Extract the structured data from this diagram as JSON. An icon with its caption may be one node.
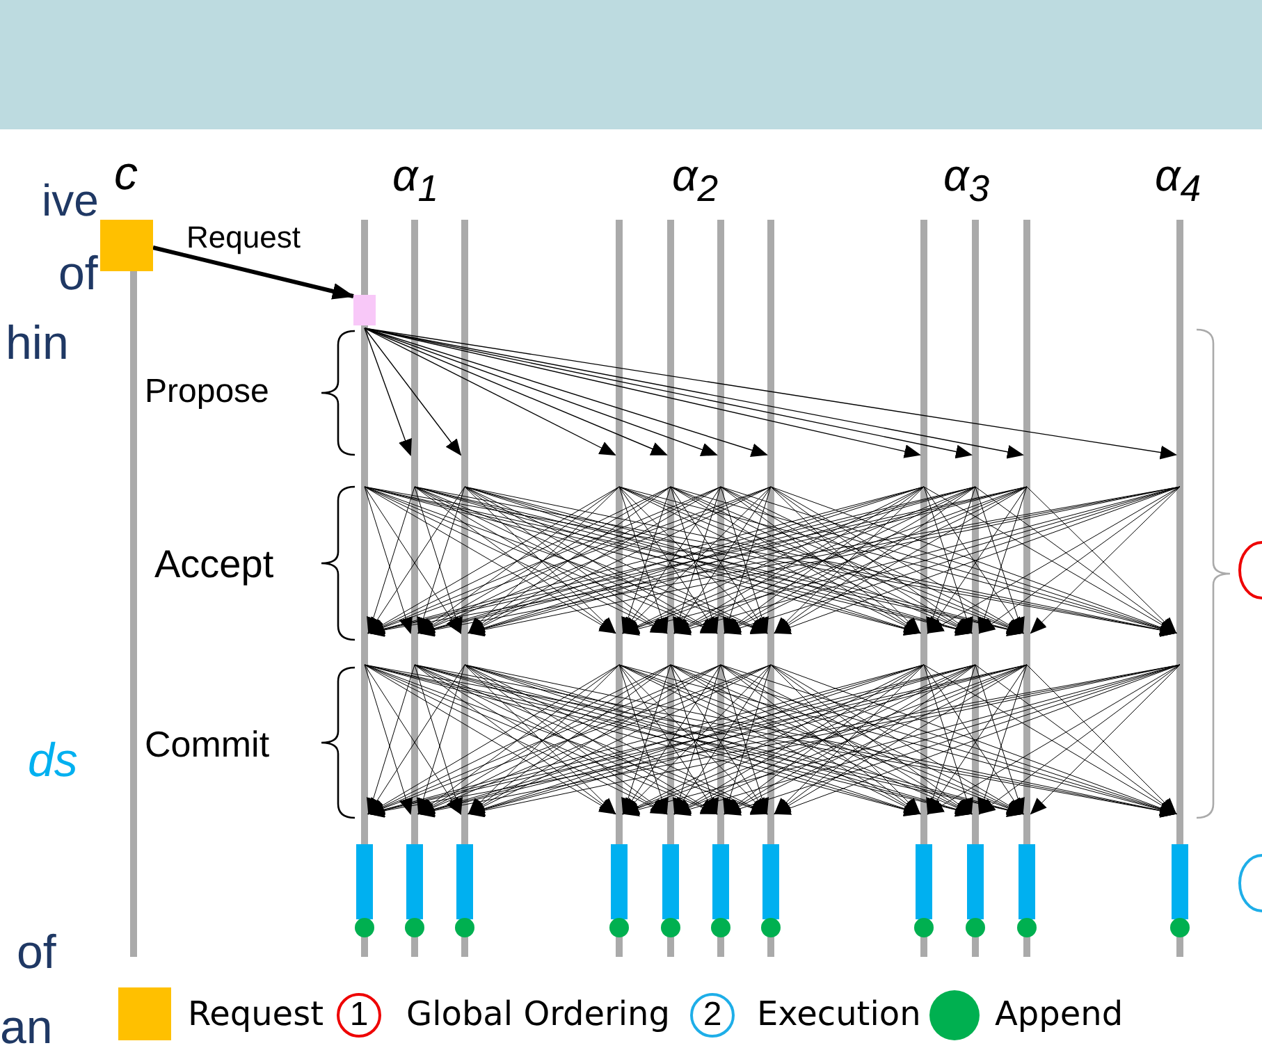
{
  "diagram": {
    "nodes": [
      {
        "text": [],
        "shape": "box"
      },
      {
        "text": [],
        "shape": "box"
      }
    ],
    "edges": [
      {
        "from": 0,
        "to": 1,
        "arrow": "to",
        "label": "Request"
      }
    ],
    "labels": [
      "ive",
      "of",
      "hin",
      "c",
      "α$_{1}$",
      "α$_{2}$",
      "α$_{3}$",
      "α$_{4}$",
      "Propose",
      "Accept",
      "ds",
      "Commit",
      "of",
      "an",
      "1",
      "2"
    ],
    "legend": [
      {
        "text": "Request",
        "color": "#ffc000"
      },
      {
        "text": "Global Ordering"
      },
      {
        "text": "Execution"
      },
      {
        "text": "Append",
        "color": "#00b050"
      }
    ]
  }
}
